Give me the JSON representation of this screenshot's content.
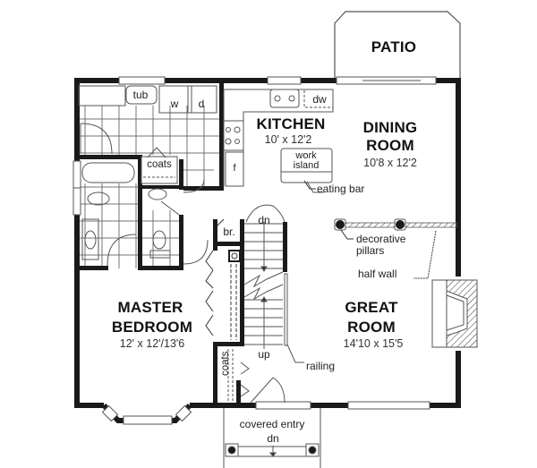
{
  "plan": {
    "rooms": {
      "patio": {
        "name": "PATIO"
      },
      "kitchen": {
        "name": "KITCHEN",
        "dims": "10' x 12'2"
      },
      "dining": {
        "name_line1": "DINING",
        "name_line2": "ROOM",
        "dims": "10'8 x 12'2"
      },
      "master": {
        "name_line1": "MASTER",
        "name_line2": "BEDROOM",
        "dims": "12' x 12'/13'6"
      },
      "great": {
        "name_line1": "GREAT",
        "name_line2": "ROOM",
        "dims": "14'10 x 15'5"
      }
    },
    "fixtures": {
      "tub": "tub",
      "washer": "w",
      "dryer": "d",
      "dishwasher": "dw",
      "fridge": "f",
      "coats_upper": "coats",
      "coats_lower": "coats",
      "broom": "br.",
      "work_island_line1": "work",
      "work_island_line2": "island"
    },
    "annotations": {
      "eating_bar": "eating bar",
      "decorative_pillars_line1": "decorative",
      "decorative_pillars_line2": "pillars",
      "half_wall": "half wall",
      "railing": "railing",
      "stairs_dn": "dn",
      "stairs_up": "up",
      "covered_entry": "covered entry",
      "entry_dn": "dn"
    },
    "colors": {
      "wall": "#1a1a1a",
      "line": "#555555",
      "background": "#ffffff"
    }
  }
}
